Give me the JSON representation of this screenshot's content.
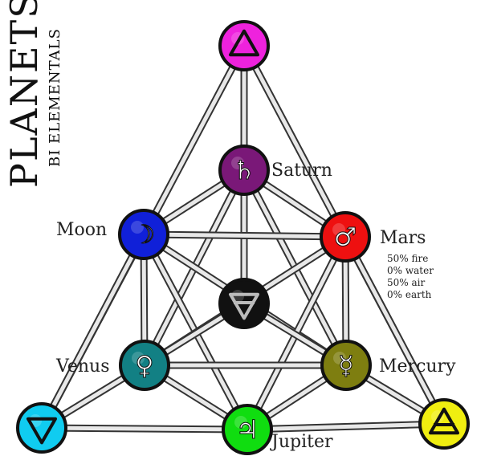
{
  "title": "PLANETS",
  "subtitle": "BI ELEMENTALS",
  "colors": {
    "fire": "#ee22dd",
    "saturn": "#7a1878",
    "moon": "#1020d8",
    "mars": "#ee1010",
    "earth": "#111111",
    "venus": "#128084",
    "mercury": "#7e7e10",
    "water": "#10ccf0",
    "jupiter": "#10dd10",
    "air": "#f0ee10"
  },
  "nodes": [
    {
      "id": "fire",
      "name": "fire-element-node",
      "icon": "triangle-up-icon"
    },
    {
      "id": "saturn",
      "name": "saturn-node",
      "icon": "saturn-glyph-icon",
      "glyph": "♄",
      "label": "Saturn"
    },
    {
      "id": "moon",
      "name": "moon-node",
      "icon": "moon-glyph-icon",
      "glyph": "☽",
      "label": "Moon"
    },
    {
      "id": "mars",
      "name": "mars-node",
      "icon": "mars-glyph-icon",
      "glyph": "♂",
      "label": "Mars"
    },
    {
      "id": "earth",
      "name": "earth-element-node",
      "icon": "triangle-down-bar-icon"
    },
    {
      "id": "venus",
      "name": "venus-node",
      "icon": "venus-glyph-icon",
      "glyph": "♀",
      "label": "Venus"
    },
    {
      "id": "mercury",
      "name": "mercury-node",
      "icon": "mercury-glyph-icon",
      "glyph": "☿",
      "label": "Mercury"
    },
    {
      "id": "water",
      "name": "water-element-node",
      "icon": "triangle-down-icon"
    },
    {
      "id": "jupiter",
      "name": "jupiter-node",
      "icon": "jupiter-glyph-icon",
      "glyph": "♃",
      "label": "Jupiter"
    },
    {
      "id": "air",
      "name": "air-element-node",
      "icon": "triangle-up-bar-icon"
    }
  ],
  "mars_composition": [
    "50% fire",
    "0% water",
    "50% air",
    "0% earth"
  ]
}
